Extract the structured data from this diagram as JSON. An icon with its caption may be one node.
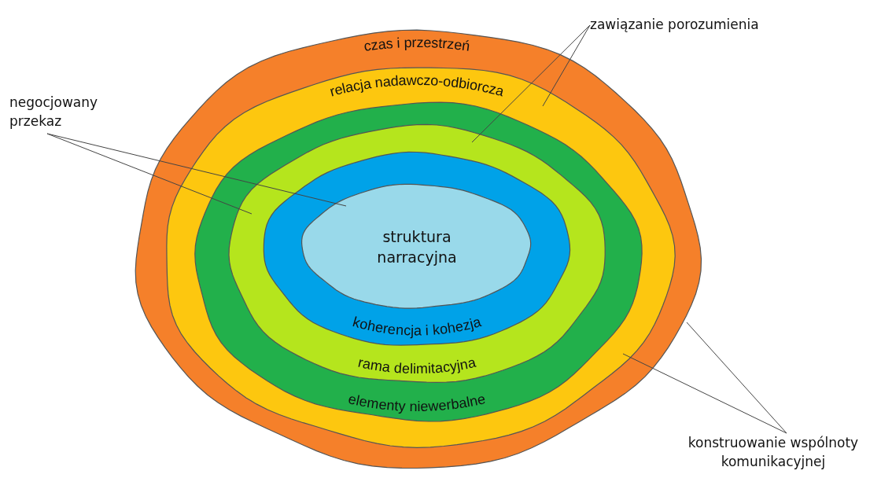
{
  "diagram": {
    "nodes": [
      {
        "text": [
          "czas i przestrzeń"
        ]
      },
      {
        "text": [
          "relacja nadawczo-odbiorcza"
        ],
        "in": 0
      },
      {
        "text": [
          "elementy niewerbalne"
        ],
        "in": 1
      },
      {
        "text": [
          "rama delimitacyjna"
        ],
        "in": 2
      },
      {
        "text": [
          "koherencja i kohezja"
        ],
        "in": 3
      },
      {
        "text": [
          "struktura narracyjna"
        ],
        "in": 4
      },
      {
        "text": [
          "zawiązanie porozumienia"
        ]
      },
      {
        "text": [
          "negocjowany przekaz"
        ]
      },
      {
        "text": [
          "konstruowanie wspólnoty komunikacyjnej"
        ]
      }
    ],
    "edges": [
      {
        "from": 6,
        "to": 1,
        "arrow": "none"
      },
      {
        "from": 6,
        "to": 3,
        "arrow": "none"
      },
      {
        "from": 7,
        "to": 5,
        "arrow": "none"
      },
      {
        "from": 7,
        "to": 3,
        "arrow": "none"
      },
      {
        "from": 8,
        "to": 0,
        "arrow": "none"
      },
      {
        "from": 8,
        "to": 1,
        "arrow": "none"
      }
    ]
  }
}
